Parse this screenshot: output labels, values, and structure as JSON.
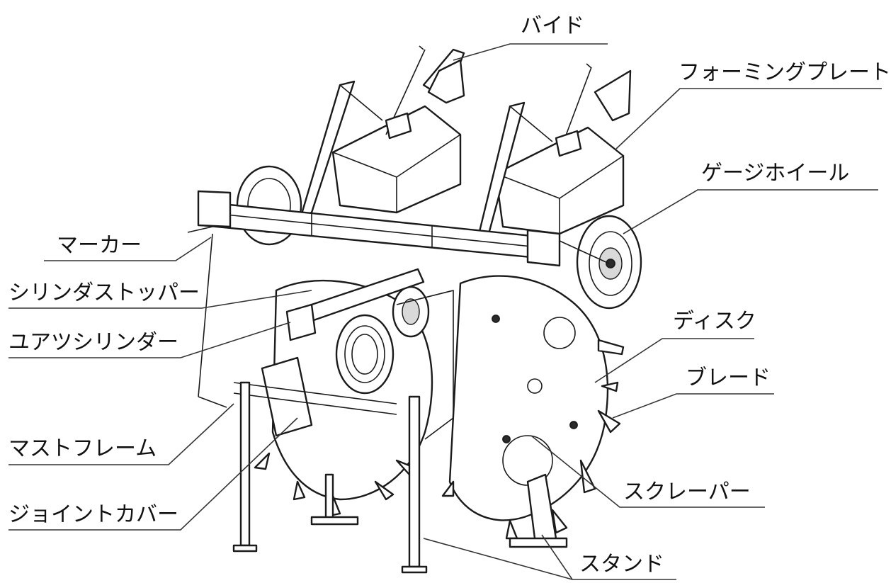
{
  "labels": {
    "bide": "バイド",
    "forming_plate": "フォーミングプレート",
    "gauge_wheel": "ゲージホイール",
    "marker": "マーカー",
    "cylinder_stopper": "シリンダストッパー",
    "hydraulic_cylinder": "ユアツシリンダー",
    "disc": "ディスク",
    "blade": "ブレード",
    "mast_frame": "マストフレーム",
    "scraper": "スクレーパー",
    "joint_cover": "ジョイントカバー",
    "stand": "スタンド"
  }
}
